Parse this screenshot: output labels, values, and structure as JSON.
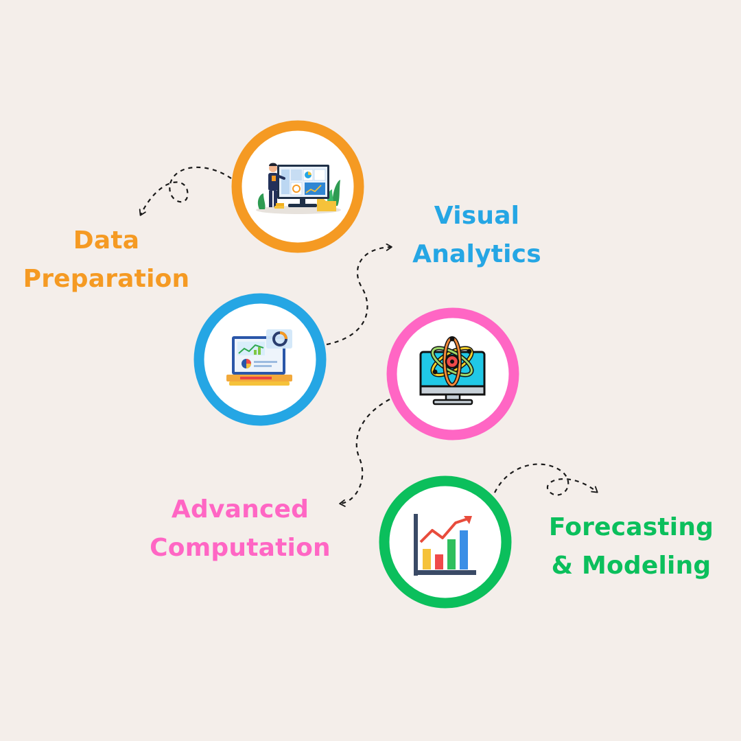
{
  "colors": {
    "background": "#f4eeea",
    "data_preparation": "#f59a23",
    "visual_analytics": "#25a6e4",
    "advanced_computation": "#ff66c4",
    "forecasting_modeling": "#0bbf5c",
    "connector": "#1a1a1a"
  },
  "steps": [
    {
      "icon": "analyst-dashboard-icon",
      "label_line1": "Data",
      "label_line2": "Preparation"
    },
    {
      "icon": "laptop-analytics-icon",
      "label_line1": "Visual",
      "label_line2": "Analytics"
    },
    {
      "icon": "atom-monitor-icon",
      "label_line1": "Advanced",
      "label_line2": "Computation"
    },
    {
      "icon": "growth-bar-chart-icon",
      "label_line1": "Forecasting",
      "label_line2": "& Modeling"
    }
  ]
}
